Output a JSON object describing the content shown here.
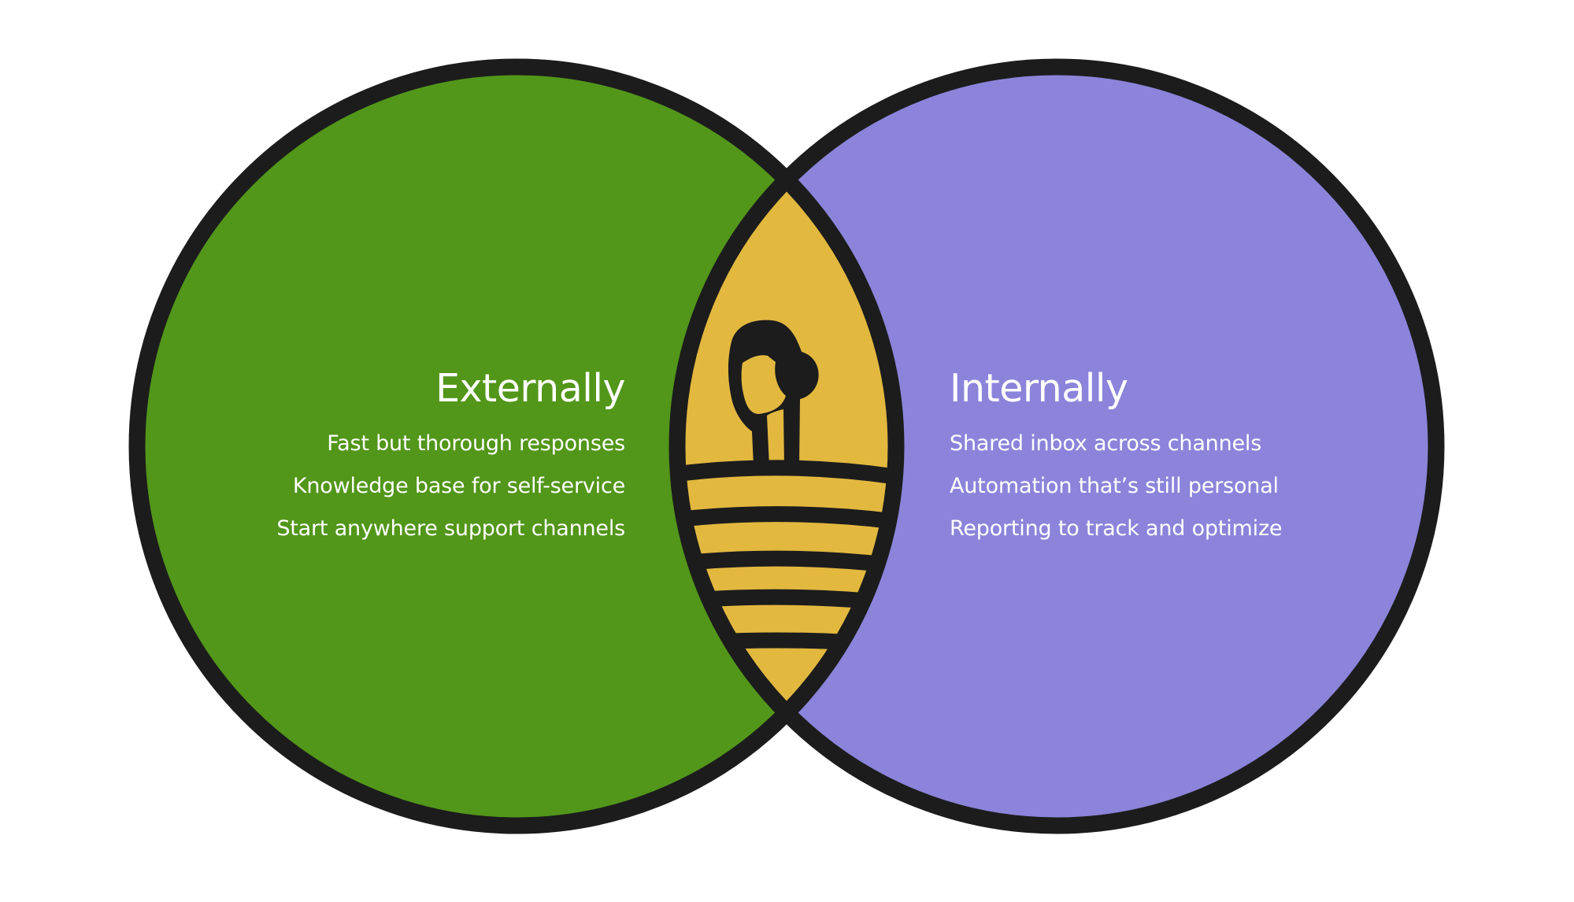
{
  "diagram": {
    "type": "venn",
    "colors": {
      "left_fill": "#52961A",
      "right_fill": "#8B84DA",
      "overlap_fill": "#E2B83F",
      "stroke": "#1C1C1C",
      "text": "#FFFFFF",
      "background": "#FFFFFF"
    },
    "left": {
      "title": "Externally",
      "items": [
        "Fast but thorough responses",
        "Knowledge base for self-service",
        "Start anywhere support channels"
      ]
    },
    "right": {
      "title": "Internally",
      "items": [
        "Shared inbox across channels",
        "Automation that’s still personal",
        "Reporting to track and optimize"
      ]
    },
    "overlap": {
      "icon": "tree-on-striped-hill-icon"
    }
  }
}
